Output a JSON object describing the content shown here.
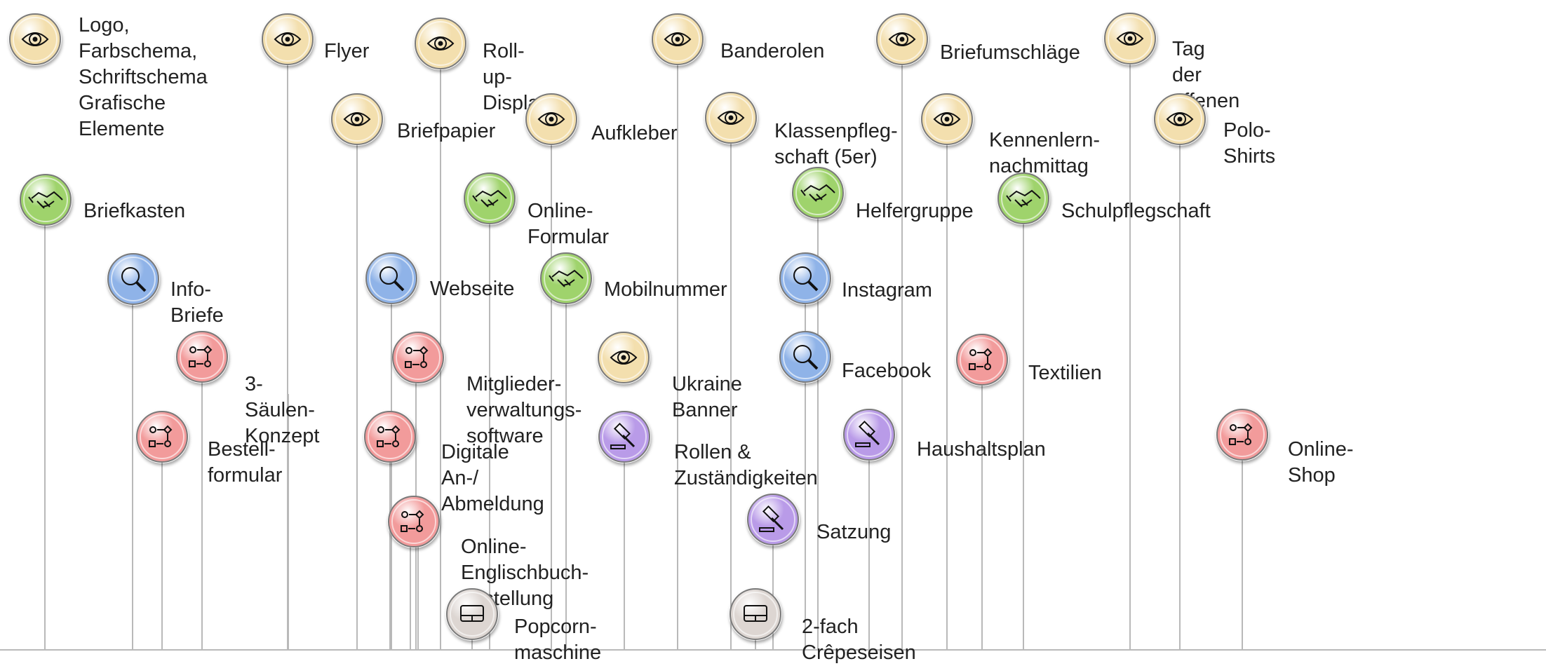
{
  "colors": {
    "vision": "#f3dfae",
    "cooperation": "#9fd36c",
    "search": "#8fb3e8",
    "process": "#f29b9b",
    "rules": "#b99be8",
    "equipment": "#ddd6d2",
    "stem": "#b9b9b9",
    "axis": "#8a8a8a"
  },
  "legend_types": {
    "vision": "eye-icon",
    "cooperation": "handshake-icon",
    "search": "magnifier-icon",
    "process": "process-flow-icon",
    "rules": "gavel-icon",
    "equipment": "device-icon"
  },
  "nodes": [
    {
      "id": "logo",
      "type": "vision",
      "label": "Logo,\nFarbschema,\nSchriftschema\nGrafische Elemente"
    },
    {
      "id": "flyer",
      "type": "vision",
      "label": "Flyer"
    },
    {
      "id": "roll-up-display",
      "type": "vision",
      "label": "Roll-up-Display"
    },
    {
      "id": "banderolen",
      "type": "vision",
      "label": "Banderolen"
    },
    {
      "id": "briefumschlaege",
      "type": "vision",
      "label": "Briefumschläge"
    },
    {
      "id": "tag-der-offenen-tuer",
      "type": "vision",
      "label": "Tag der offenen Tür"
    },
    {
      "id": "briefpapier",
      "type": "vision",
      "label": "Briefpapier"
    },
    {
      "id": "aufkleber",
      "type": "vision",
      "label": "Aufkleber"
    },
    {
      "id": "klassenpflegschaft",
      "type": "vision",
      "label": "Klassenpfleg-\nschaft (5er)"
    },
    {
      "id": "kennenlernnachmittag",
      "type": "vision",
      "label": "Kennenlern-\nnachmittag"
    },
    {
      "id": "polo-shirts",
      "type": "vision",
      "label": "Polo-Shirts"
    },
    {
      "id": "briefkasten",
      "type": "cooperation",
      "label": "Briefkasten"
    },
    {
      "id": "online-formular",
      "type": "cooperation",
      "label": "Online-Formular"
    },
    {
      "id": "helfergruppe",
      "type": "cooperation",
      "label": "Helfergruppe"
    },
    {
      "id": "schulpflegschaft",
      "type": "cooperation",
      "label": "Schulpflegschaft"
    },
    {
      "id": "info-briefe",
      "type": "search",
      "label": "Info-Briefe"
    },
    {
      "id": "webseite",
      "type": "search",
      "label": "Webseite"
    },
    {
      "id": "mobilnummer",
      "type": "cooperation",
      "label": "Mobilnummer"
    },
    {
      "id": "instagram",
      "type": "search",
      "label": "Instagram"
    },
    {
      "id": "drei-saeulen-konzept",
      "type": "process",
      "label": "3-Säulen-\nKonzept"
    },
    {
      "id": "mitgliederverwaltung",
      "type": "process",
      "label": "Mitglieder-\nverwaltungs-\nsoftware"
    },
    {
      "id": "ukraine-banner",
      "type": "vision",
      "label": "Ukraine\nBanner"
    },
    {
      "id": "facebook",
      "type": "search",
      "label": "Facebook"
    },
    {
      "id": "textilien",
      "type": "process",
      "label": "Textilien"
    },
    {
      "id": "bestellformular",
      "type": "process",
      "label": "Bestell-\nformular"
    },
    {
      "id": "digitale-anmeldung",
      "type": "process",
      "label": "Digitale An-/\nAbmeldung"
    },
    {
      "id": "rollen",
      "type": "rules",
      "label": "Rollen &\nZuständigkeiten"
    },
    {
      "id": "haushaltsplan",
      "type": "rules",
      "label": "Haushaltsplan"
    },
    {
      "id": "online-shop",
      "type": "process",
      "label": "Online-\nShop"
    },
    {
      "id": "englischbuch",
      "type": "process",
      "label": "Online-\nEnglischbuch-\nbestellung"
    },
    {
      "id": "satzung",
      "type": "rules",
      "label": "Satzung"
    },
    {
      "id": "popcornmaschine",
      "type": "equipment",
      "label": "Popcorn-\nmaschine"
    },
    {
      "id": "crepeseisen",
      "type": "equipment",
      "label": "2-fach\nCrêpeseisen"
    }
  ]
}
